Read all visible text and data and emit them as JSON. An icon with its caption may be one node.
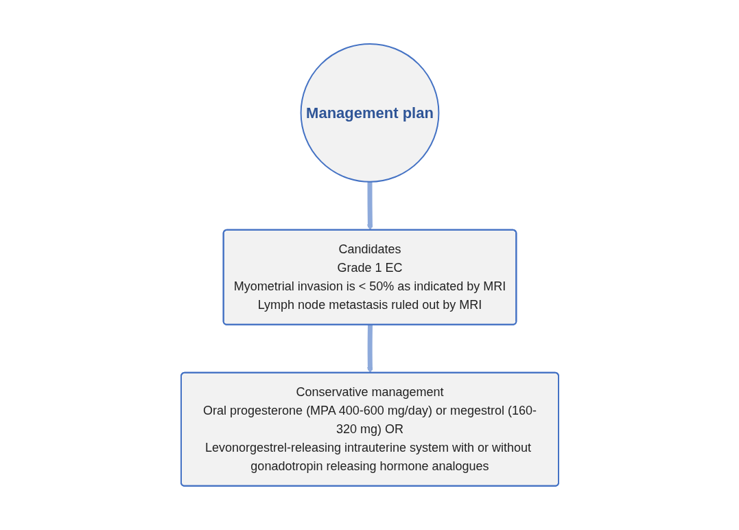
{
  "diagram": {
    "nodes": [
      {
        "text": [
          "Management plan"
        ]
      },
      {
        "text": [
          "Candidates",
          "Grade 1 EC",
          "Myometrial invasion is < 50% as indicated by MRI",
          "Lymph node metastasis ruled out by MRI"
        ]
      },
      {
        "text": [
          "Conservative management",
          "Oral progesterone (MPA 400-600 mg/day) or megestrol (160-320 mg) OR",
          "Levonorgestrel-releasing intrauterine system with or without gonadotropin releasing hormone analogues"
        ]
      }
    ],
    "edges": [
      {
        "from": 0,
        "to": 1,
        "arrow": "to",
        "color": "#8eaadb"
      },
      {
        "from": 1,
        "to": 2,
        "arrow": "to",
        "color": "#8eaadb"
      }
    ]
  }
}
